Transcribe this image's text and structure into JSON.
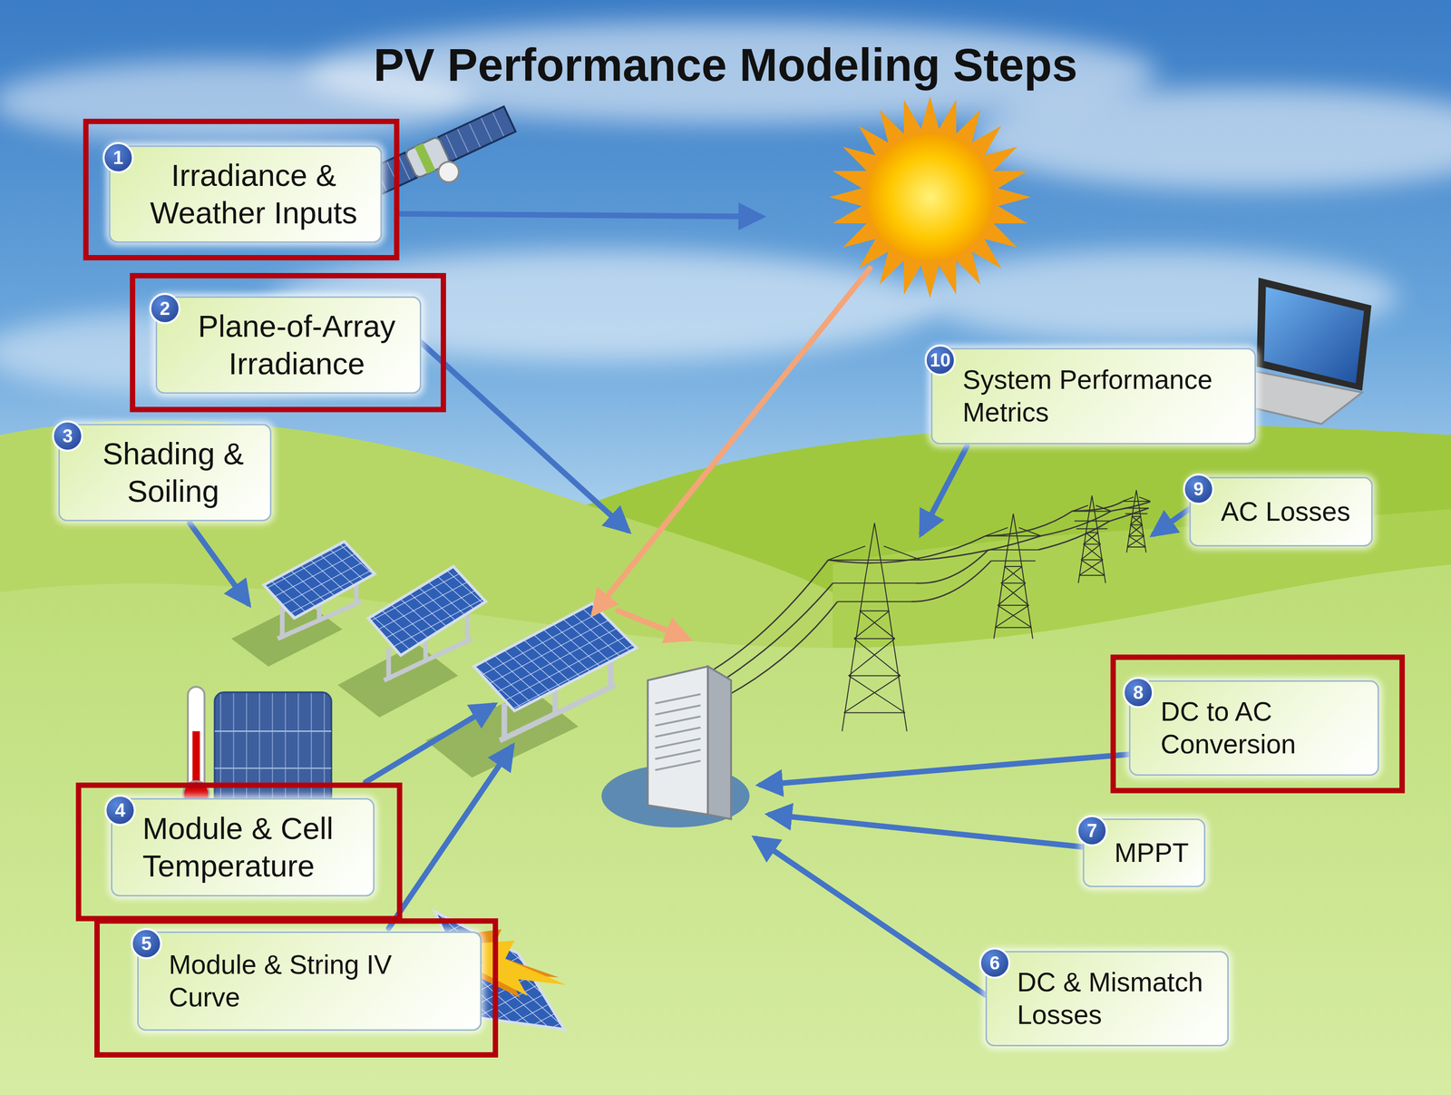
{
  "diagram": {
    "title": "PV Performance Modeling Steps",
    "nodes": [
      {
        "text": [
          "1",
          "Irradiance & Weather Inputs"
        ]
      },
      {
        "text": [
          "2",
          "Plane-of-Array Irradiance"
        ]
      },
      {
        "text": [
          "3",
          "Shading & Soiling"
        ]
      },
      {
        "text": [
          "10",
          "System Performance Metrics"
        ]
      },
      {
        "text": [
          "9",
          "AC Losses"
        ]
      },
      {
        "text": [
          "8",
          "DC to AC Conversion"
        ]
      },
      {
        "text": [
          "4",
          "Module & Cell Temperature"
        ]
      },
      {
        "text": [
          "7",
          "MPPT"
        ]
      },
      {
        "text": [
          "5",
          "Module & String IV Curve"
        ]
      },
      {
        "text": [
          "6",
          "DC & Mismatch Losses"
        ]
      }
    ]
  }
}
